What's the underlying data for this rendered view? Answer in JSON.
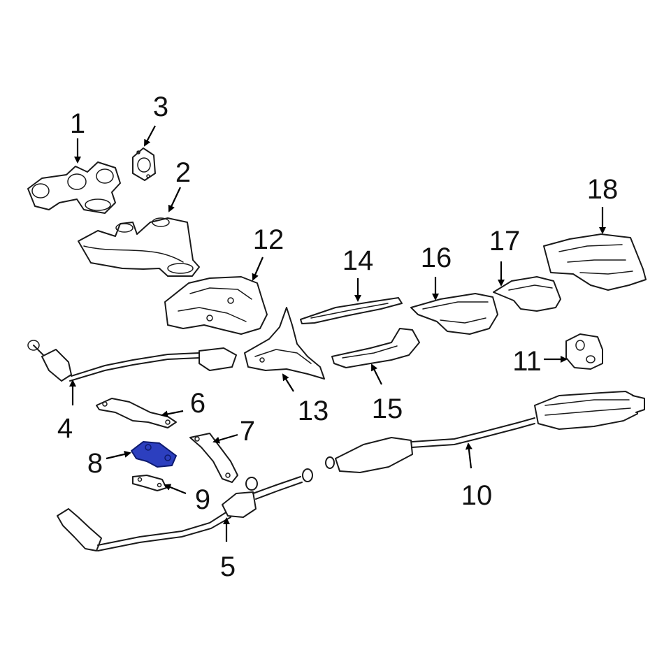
{
  "diagram": {
    "highlight_color": "#2c3fbf",
    "callouts": [
      {
        "id": "1",
        "label": "1"
      },
      {
        "id": "2",
        "label": "2"
      },
      {
        "id": "3",
        "label": "3"
      },
      {
        "id": "4",
        "label": "4"
      },
      {
        "id": "5",
        "label": "5"
      },
      {
        "id": "6",
        "label": "6"
      },
      {
        "id": "7",
        "label": "7"
      },
      {
        "id": "8",
        "label": "8"
      },
      {
        "id": "9",
        "label": "9"
      },
      {
        "id": "10",
        "label": "10"
      },
      {
        "id": "11",
        "label": "11"
      },
      {
        "id": "12",
        "label": "12"
      },
      {
        "id": "13",
        "label": "13"
      },
      {
        "id": "14",
        "label": "14"
      },
      {
        "id": "15",
        "label": "15"
      },
      {
        "id": "16",
        "label": "16"
      },
      {
        "id": "17",
        "label": "17"
      },
      {
        "id": "18",
        "label": "18"
      }
    ]
  }
}
